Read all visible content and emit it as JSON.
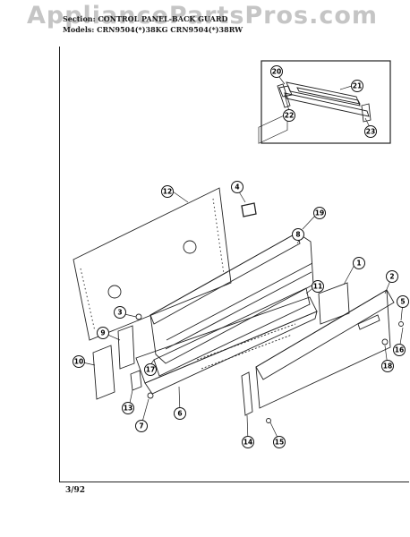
{
  "watermark": "AppliancePartsPros.com",
  "header": {
    "section_line": "Section: CONTROL PANEL-BACK GUARD",
    "models_line": "Models: CRN9504(*)38KG CRN9504(*)38RW"
  },
  "footer": {
    "date_code": "3/92"
  },
  "callouts": [
    "1",
    "2",
    "3",
    "4",
    "5",
    "6",
    "7",
    "8",
    "9",
    "10",
    "11",
    "12",
    "13",
    "14",
    "15",
    "16",
    "17",
    "18",
    "19",
    "20",
    "21",
    "22",
    "23"
  ]
}
